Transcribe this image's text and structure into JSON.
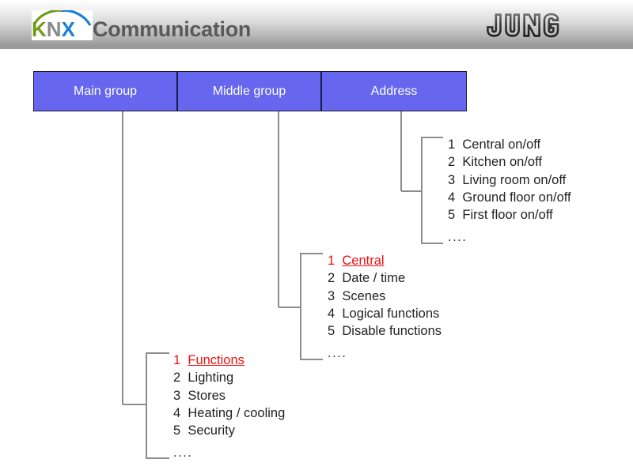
{
  "header": {
    "logo_knx": {
      "k": "K",
      "n": "N",
      "x": "X",
      "name": "knx-logo"
    },
    "title": "Communication",
    "logo_brand": "JUNG",
    "colors": {
      "knx_green": "#6f9b16",
      "knx_gray": "#8a8a8a",
      "knx_blue": "#1b7fd4",
      "title_gray": "#5a5a5a"
    }
  },
  "diagram": {
    "boxes": [
      {
        "label": "Main group"
      },
      {
        "label": "Middle group"
      },
      {
        "label": "Address"
      }
    ],
    "box_color": "#6666ee",
    "box_text_color": "#ffffff",
    "highlight_color": "#ee1111",
    "ellipsis": "....",
    "lists": {
      "main_group": {
        "items": [
          {
            "num": "1",
            "label": "Functions",
            "highlight": true
          },
          {
            "num": "2",
            "label": "Lighting",
            "highlight": false
          },
          {
            "num": "3",
            "label": "Stores",
            "highlight": false
          },
          {
            "num": "4",
            "label": "Heating / cooling",
            "highlight": false
          },
          {
            "num": "5",
            "label": "Security",
            "highlight": false
          }
        ]
      },
      "middle_group": {
        "items": [
          {
            "num": "1",
            "label": "Central",
            "highlight": true
          },
          {
            "num": "2",
            "label": "Date / time",
            "highlight": false
          },
          {
            "num": "3",
            "label": "Scenes",
            "highlight": false
          },
          {
            "num": "4",
            "label": "Logical functions",
            "highlight": false
          },
          {
            "num": "5",
            "label": "Disable functions",
            "highlight": false
          }
        ]
      },
      "address": {
        "items": [
          {
            "num": "1",
            "label": "Central on/off",
            "highlight": false
          },
          {
            "num": "2",
            "label": "Kitchen on/off",
            "highlight": false
          },
          {
            "num": "3",
            "label": "Living room on/off",
            "highlight": false
          },
          {
            "num": "4",
            "label": "Ground floor on/off",
            "highlight": false
          },
          {
            "num": "5",
            "label": "First floor on/off",
            "highlight": false
          }
        ]
      }
    }
  }
}
